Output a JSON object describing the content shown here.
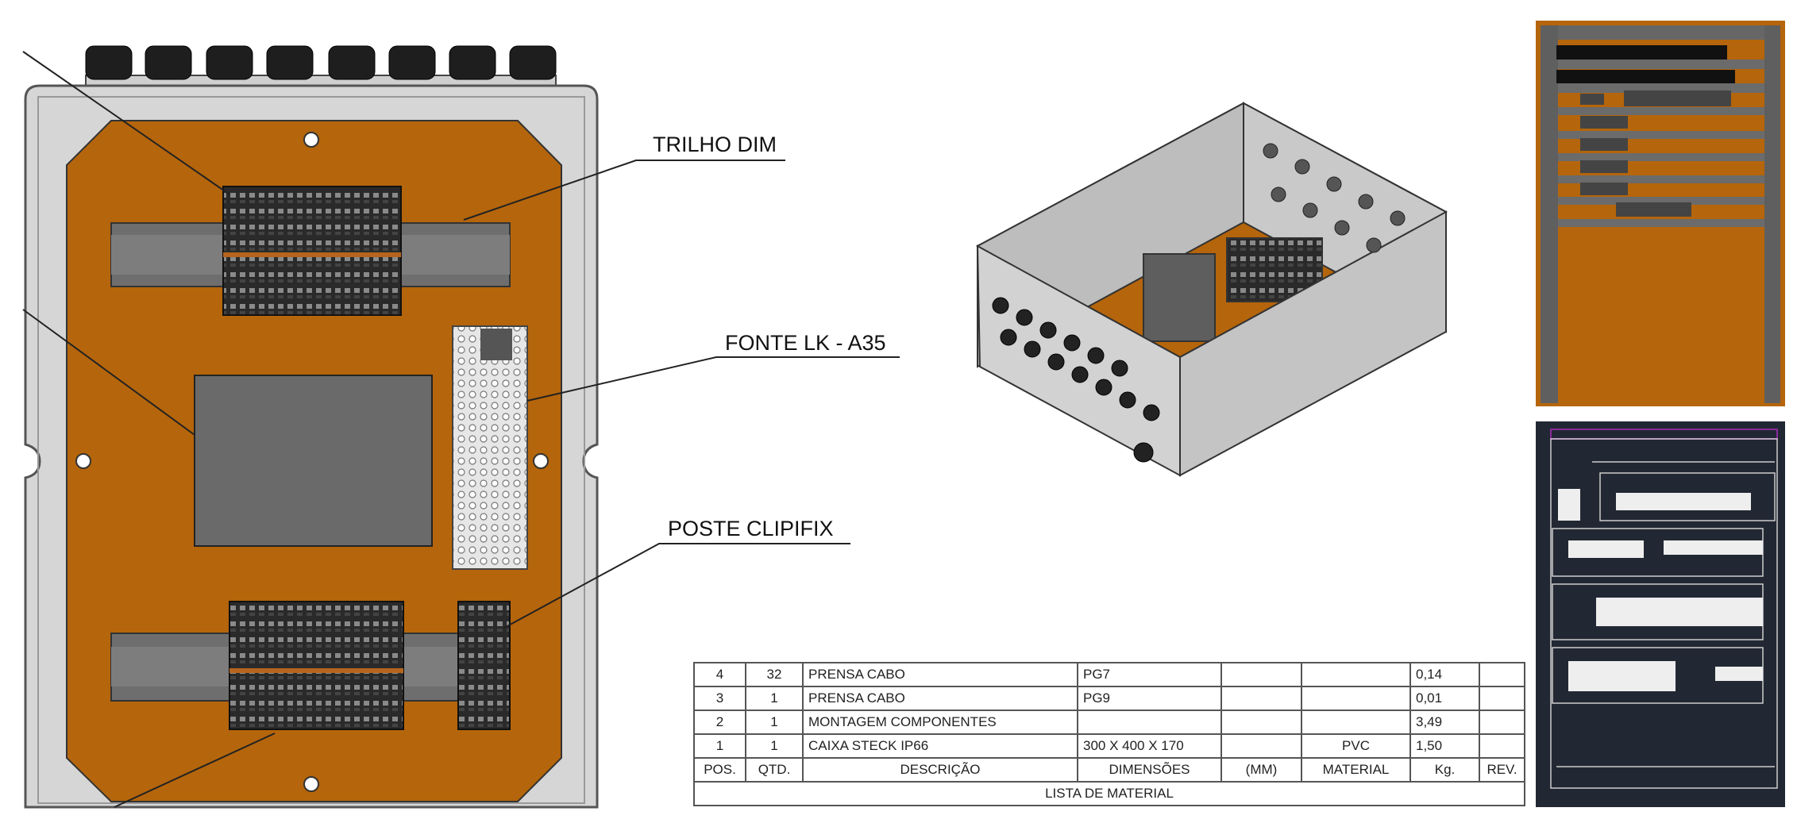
{
  "labels": {
    "trilho": "TRILHO DIM",
    "fonte": "FONTE LK - A35",
    "poste": "POSTE CLIPIFIX"
  },
  "bom": {
    "rows": [
      {
        "pos": "4",
        "qtd": "32",
        "descricao": "PRENSA CABO",
        "dimensoes": "PG7",
        "mm": "",
        "material": "",
        "kg": "0,14",
        "rev": ""
      },
      {
        "pos": "3",
        "qtd": "1",
        "descricao": "PRENSA CABO",
        "dimensoes": "PG9",
        "mm": "",
        "material": "",
        "kg": "0,01",
        "rev": ""
      },
      {
        "pos": "2",
        "qtd": "1",
        "descricao": "MONTAGEM COMPONENTES",
        "dimensoes": "",
        "mm": "",
        "material": "",
        "kg": "3,49",
        "rev": ""
      },
      {
        "pos": "1",
        "qtd": "1",
        "descricao": "CAIXA STECK IP66",
        "dimensoes": "300 X 400 X 170",
        "mm": "",
        "material": "PVC",
        "kg": "1,50",
        "rev": ""
      }
    ],
    "headers": {
      "pos": "POS.",
      "qtd": "QTD.",
      "descricao": "DESCRIÇÃO",
      "dimensoes": "DIMENSÕES",
      "mm": "(MM)",
      "material": "MATERIAL",
      "kg": "Kg.",
      "rev": "REV."
    },
    "title": "LISTA DE MATERIAL"
  },
  "colors": {
    "panel": "#b5650b",
    "enclosure": "#d4d4d4",
    "rail": "#6e6e6e",
    "cad_bg": "#222833"
  }
}
